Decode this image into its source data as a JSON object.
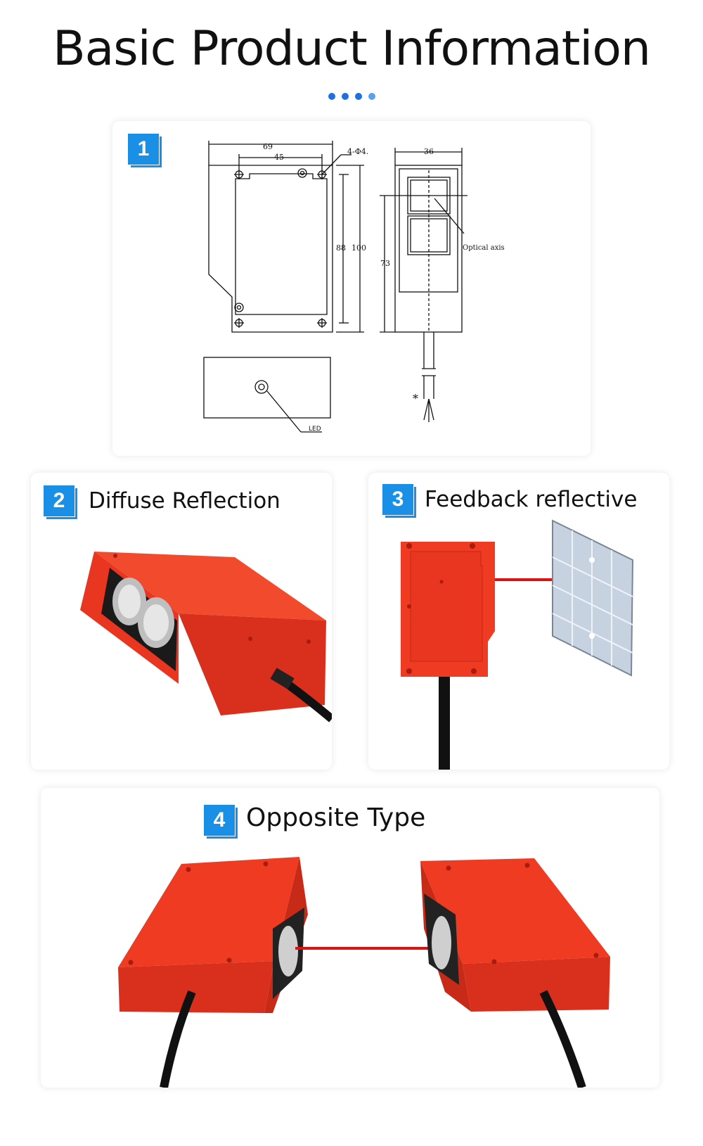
{
  "page": {
    "title": "Basic Product Information"
  },
  "drawing": {
    "badge": "1",
    "dim_69": "69",
    "dim_45": "45",
    "dim_holes": "4-Φ4.",
    "dim_36": "36",
    "dim_88": "88",
    "dim_100": "100",
    "dim_73": "73",
    "optical_axis": "Optical axis",
    "led": "LED",
    "asterisk": "*"
  },
  "cards": [
    {
      "badge": "2",
      "label": "Diffuse Reflection"
    },
    {
      "badge": "3",
      "label": "Feedback reflective"
    },
    {
      "badge": "4",
      "label": "Opposite Type"
    }
  ],
  "colors": {
    "accent": "#1a8fe6",
    "sensor_red": "#e8321f",
    "beam_red": "#e01010"
  }
}
